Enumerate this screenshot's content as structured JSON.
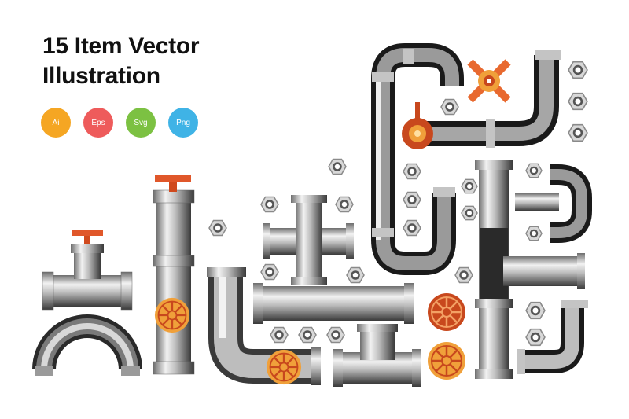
{
  "header": {
    "title_line1": "15 Item Vector",
    "title_line2": "Illustration"
  },
  "formats": [
    {
      "label": "Ai",
      "color": "#f5a623"
    },
    {
      "label": "Eps",
      "color": "#ee5b5b"
    },
    {
      "label": "Svg",
      "color": "#7cc142"
    },
    {
      "label": "Png",
      "color": "#3fb3e6"
    }
  ],
  "colors": {
    "pipe_light": "#e8e8e8",
    "pipe_mid": "#9a9a9a",
    "pipe_dark": "#1a1a1a",
    "valve_red": "#d04a1e",
    "valve_orange": "#f0a03a"
  },
  "icons": [
    "pipe-tee-valve-icon",
    "pipe-arch-icon",
    "vertical-pipe-valve-icon",
    "hex-nut-icon",
    "pipe-cross-icon",
    "pipe-elbow-icon",
    "straight-pipe-icon",
    "pipe-tee-icon",
    "pipe-u-bend-icon",
    "ball-valve-icon",
    "valve-handle-icon",
    "valve-wheel-icon"
  ]
}
